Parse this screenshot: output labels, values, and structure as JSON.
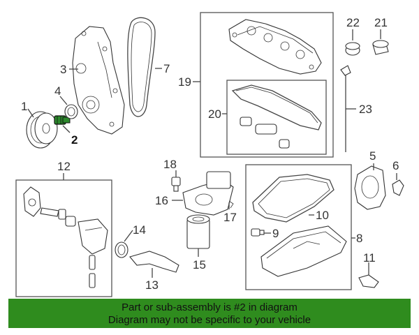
{
  "colors": {
    "banner_bg": "#2f8c1e",
    "highlight_part": "#2c8a2c"
  },
  "callouts": {
    "c1": "1",
    "c2": "2",
    "c3": "3",
    "c4": "4",
    "c5": "5",
    "c6": "6",
    "c7": "7",
    "c8": "8",
    "c9": "9",
    "c10": "10",
    "c11": "11",
    "c12": "12",
    "c13": "13",
    "c14": "14",
    "c15": "15",
    "c16": "16",
    "c17": "17",
    "c18": "18",
    "c19": "19",
    "c20": "20",
    "c21": "21",
    "c22": "22",
    "c23": "23"
  },
  "banner": {
    "line1": "Part or sub-assembly is #2 in diagram",
    "line2": "Diagram may not be specific to your vehicle"
  }
}
